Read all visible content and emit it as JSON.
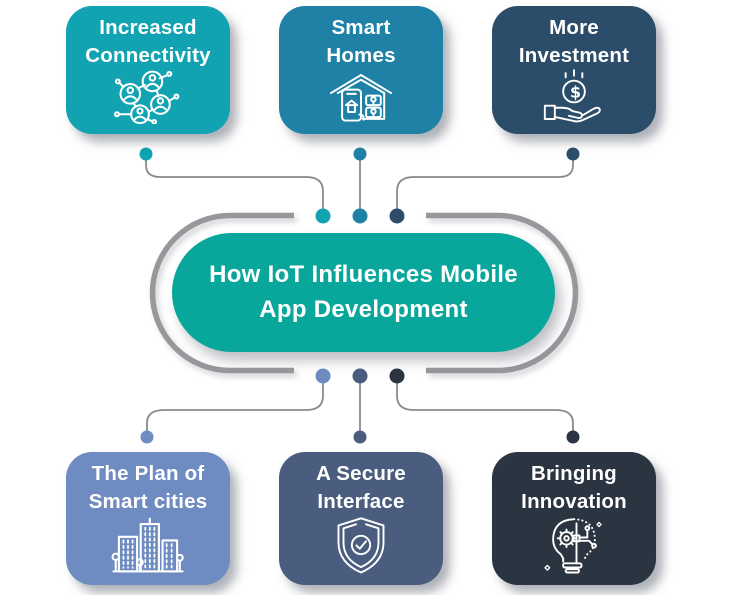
{
  "title": {
    "line1": "How IoT Influences Mobile",
    "line2": "App Development",
    "bg_color": "#09A79B",
    "text_color": "#FFFFFF"
  },
  "outline": {
    "color": "#98989C"
  },
  "connectors": {
    "line_color": "#8A8A8E"
  },
  "dot_colors": {
    "top": [
      "#11A3B1",
      "#1F81A5",
      "#2C4D69"
    ],
    "bottom": [
      "#6E8CC2",
      "#4B5D7F",
      "#2B3441"
    ]
  },
  "boxes": {
    "top": [
      {
        "line1": "Increased",
        "line2": "Connectivity",
        "color": "#11A3B1",
        "icon": "people-network-icon"
      },
      {
        "line1": "Smart",
        "line2": "Homes",
        "color": "#1F81A5",
        "icon": "smart-home-icon"
      },
      {
        "line1": "More",
        "line2": "Investment",
        "color": "#2C4D69",
        "icon": "hand-coin-icon"
      }
    ],
    "bottom": [
      {
        "line1": "The Plan of",
        "line2": "Smart cities",
        "color": "#6E8CC2",
        "icon": "smart-city-icon"
      },
      {
        "line1": "A Secure",
        "line2": "Interface",
        "color": "#4B5D7F",
        "icon": "shield-check-icon"
      },
      {
        "line1": "Bringing",
        "line2": "Innovation",
        "color": "#2B3441",
        "icon": "bulb-gear-icon"
      }
    ]
  }
}
